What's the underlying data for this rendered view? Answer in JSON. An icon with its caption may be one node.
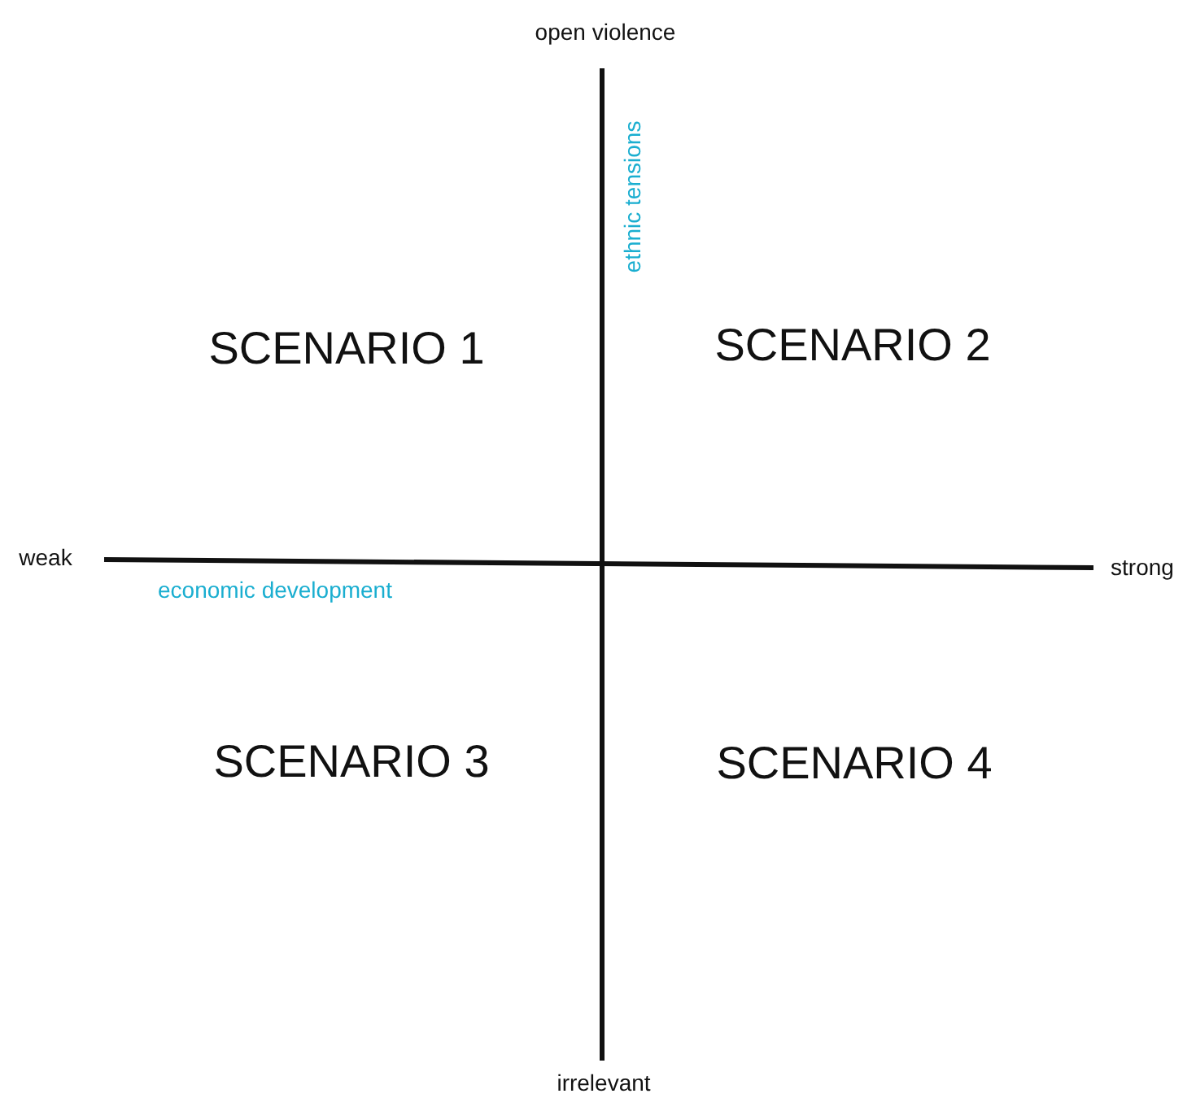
{
  "diagram": {
    "labels": [
      "open violence",
      "ethnic tensions",
      "SCENARIO 1",
      "SCENARIO 2",
      "weak",
      "economic development",
      "strong",
      "SCENARIO 3",
      "SCENARIO 4",
      "irrelevant"
    ]
  }
}
